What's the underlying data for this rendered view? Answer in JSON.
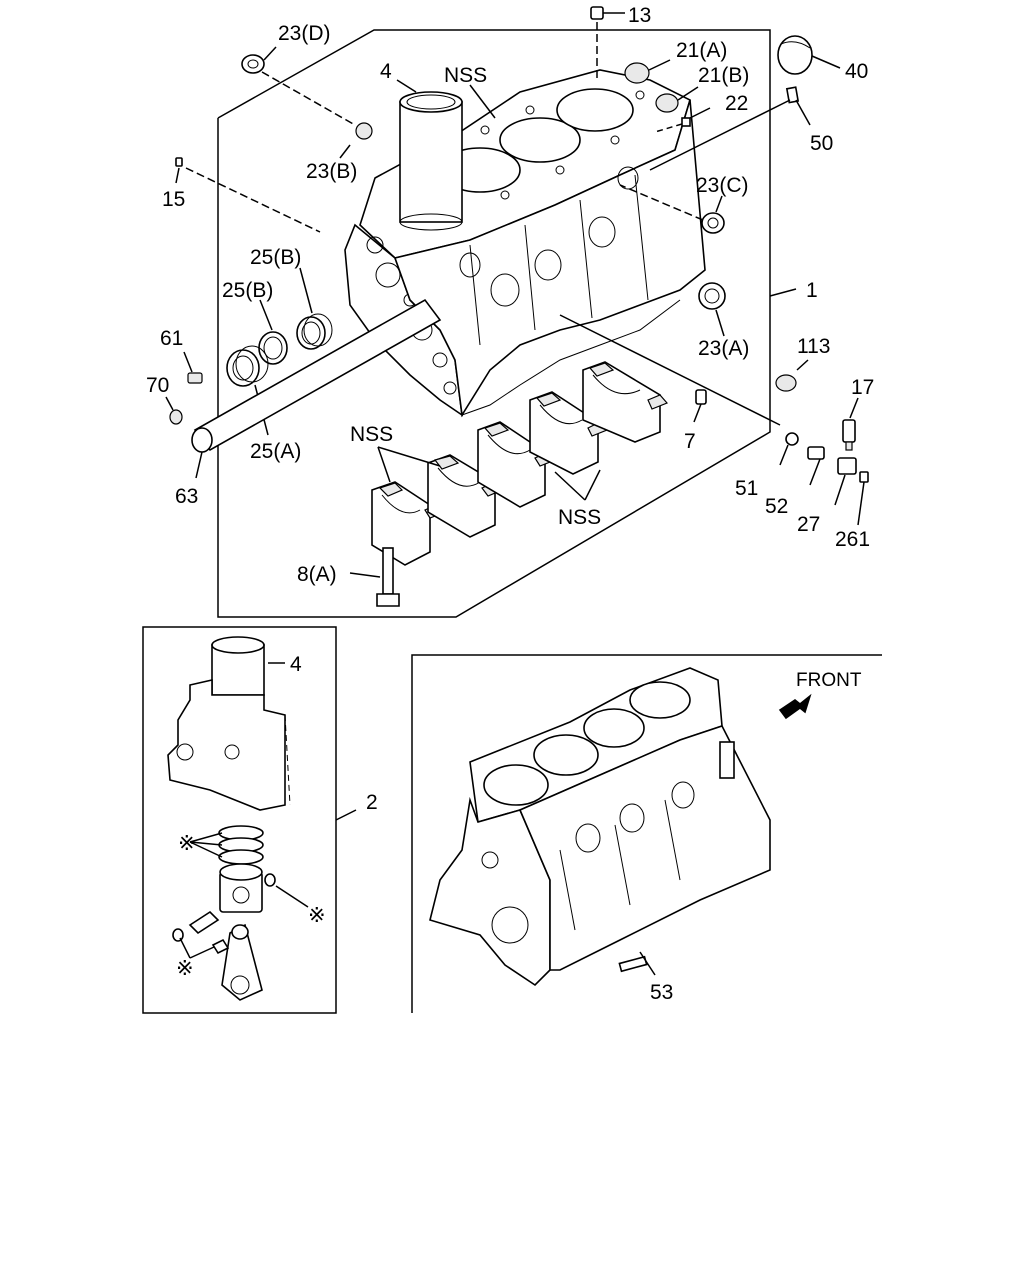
{
  "callouts": {
    "c13": "13",
    "c23D": "23(D)",
    "c4_top": "4",
    "nss_top": "NSS",
    "c21A": "21(A)",
    "c21B": "21(B)",
    "c40": "40",
    "c22": "22",
    "c50": "50",
    "c23B": "23(B)",
    "c15": "15",
    "c23C": "23(C)",
    "c25B_1": "25(B)",
    "c25B_2": "25(B)",
    "c1": "1",
    "c61": "61",
    "c23A": "23(A)",
    "c113": "113",
    "c70": "70",
    "c17": "17",
    "c25A": "25(A)",
    "nss_left": "NSS",
    "c7": "7",
    "c51": "51",
    "c52": "52",
    "c63": "63",
    "nss_bottom": "NSS",
    "c27": "27",
    "c261": "261",
    "c8A": "8(A)",
    "c4_inset": "4",
    "c2": "2",
    "c53": "53",
    "asterisk_1": "※",
    "asterisk_2": "※",
    "asterisk_3": "※"
  },
  "front_label": "FRONT",
  "colors": {
    "line": "#000000",
    "background": "#ffffff",
    "shade": "#e9e9e9"
  }
}
